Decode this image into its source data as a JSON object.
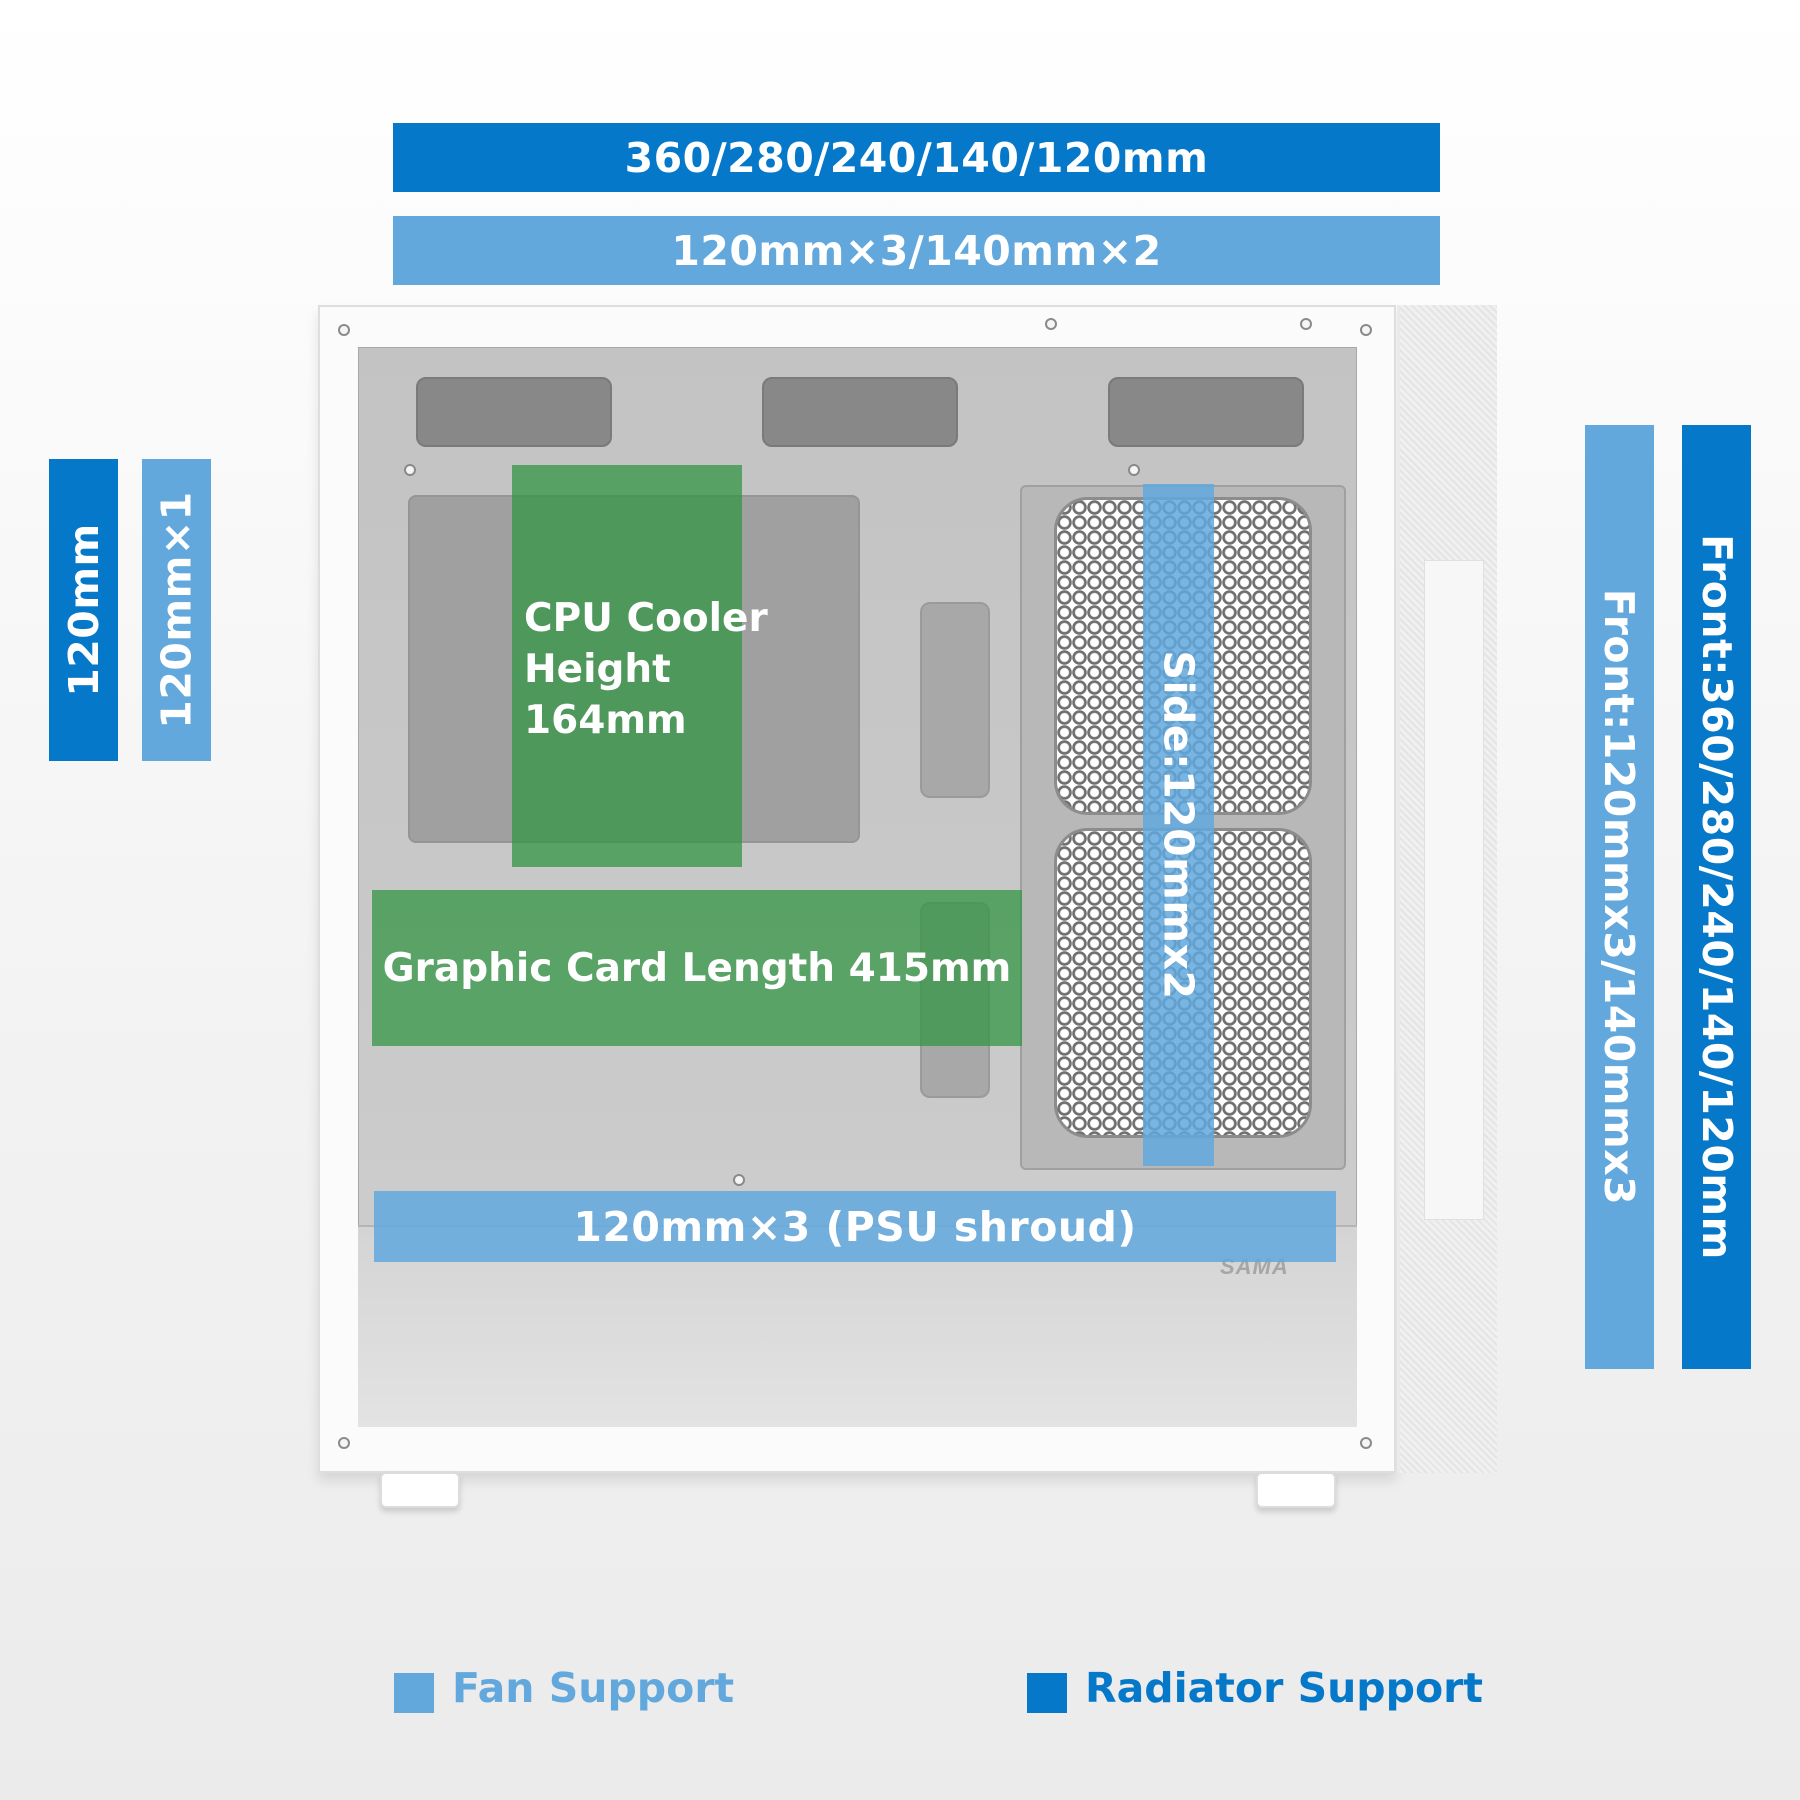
{
  "colors": {
    "radiator": "#0578c9",
    "fan": "#62a8dd",
    "clearance": "#349646"
  },
  "top": {
    "radiator_label": "360/280/240/140/120mm",
    "fan_label": "120mm×3/140mm×2"
  },
  "rear": {
    "radiator_label": "120mm",
    "fan_label": "120mm×1"
  },
  "front": {
    "fan_label": "Front:120mmx3/140mmx3",
    "radiator_label": "Front:360/280/240/140/120mm"
  },
  "side": {
    "fan_label": "Side:120mmx2"
  },
  "psu_shroud": {
    "fan_label": "120mm×3 (PSU shroud)"
  },
  "cpu_cooler": {
    "line1": "CPU Cooler",
    "line2": "Height",
    "line3": "164mm"
  },
  "gpu": {
    "label": "Graphic Card Length 415mm"
  },
  "brand": "SAMA",
  "legend": {
    "fan_label": "Fan Support",
    "radiator_label": "Radiator Support"
  }
}
